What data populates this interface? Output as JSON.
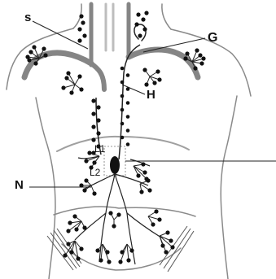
{
  "diagram": {
    "labels": {
      "s": "s",
      "g": "G",
      "h": "H",
      "n": "N",
      "l1": "L1",
      "l2": "L2"
    },
    "colors": {
      "outline": "#8a8a8a",
      "vessel": "#858585",
      "node": "#111111",
      "leader": "#222222"
    }
  }
}
